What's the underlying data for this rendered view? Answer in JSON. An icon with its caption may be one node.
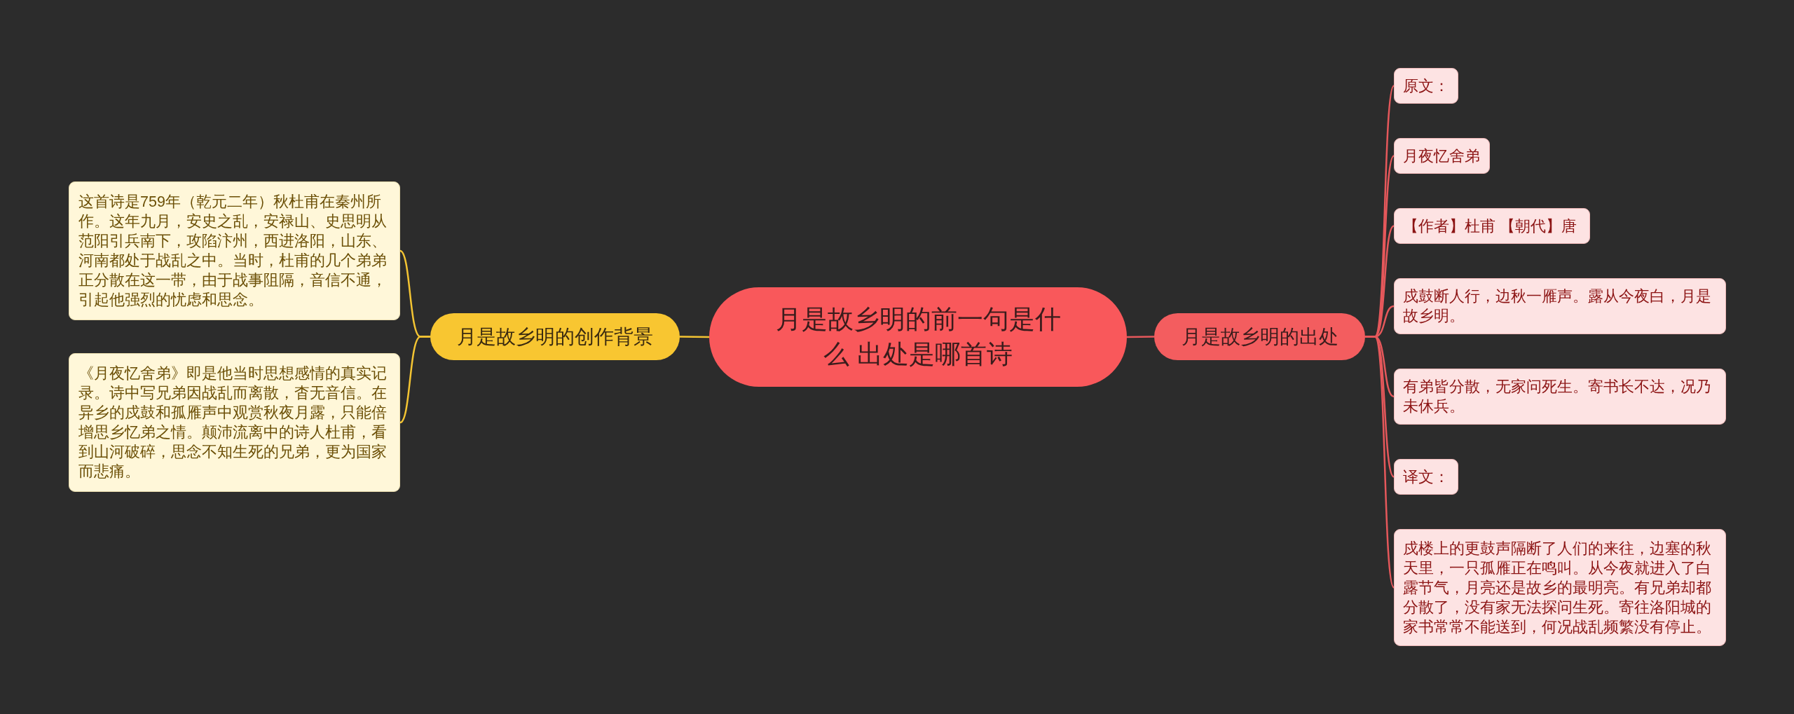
{
  "diagram": {
    "nodes": [
      {
        "text": [
          "月是故乡明的前一句是什么 出处是哪首诗"
        ]
      },
      {
        "text": [
          "月是故乡明的创作背景"
        ]
      },
      {
        "text": [
          "这首诗是759年（乾元二年）秋杜甫在秦州所作。这年九月，安史之乱，安禄山、史思明从范阳引兵南下，攻陷汴州，西进洛阳，山东、河南都处于战乱之中。当时，杜甫的几个弟弟正分散在这一带，由于战事阻隔，音信不通，引起他强烈的忧虑和思念。"
        ]
      },
      {
        "text": [
          "《月夜忆舍弟》即是他当时思想感情的真实记录。诗中写兄弟因战乱而离散，杳无音信。在异乡的戍鼓和孤雁声中观赏秋夜月露，只能倍增思乡忆弟之情。颠沛流离中的诗人杜甫，看到山河破碎，思念不知生死的兄弟，更为国家而悲痛。"
        ]
      },
      {
        "text": [
          "月是故乡明的出处"
        ]
      },
      {
        "text": [
          "原文："
        ]
      },
      {
        "text": [
          "月夜忆舍弟"
        ]
      },
      {
        "text": [
          "【作者】杜甫 【朝代】唐"
        ]
      },
      {
        "text": [
          "戍鼓断人行，边秋一雁声。露从今夜白，月是故乡明。"
        ]
      },
      {
        "text": [
          "有弟皆分散，无家问死生。寄书长不达，况乃未休兵。"
        ]
      },
      {
        "text": [
          "译文："
        ]
      },
      {
        "text": [
          "戍楼上的更鼓声隔断了人们的来往，边塞的秋天里，一只孤雁正在鸣叫。从今夜就进入了白露节气，月亮还是故乡的最明亮。有兄弟却都分散了，没有家无法探问生死。寄往洛阳城的家书常常不能送到，何况战乱频繁没有停止。"
        ]
      }
    ],
    "edges": [
      {
        "from": 0,
        "to": 1,
        "arrow": "none",
        "color": "#f3c433"
      },
      {
        "from": 1,
        "to": 2,
        "arrow": "none",
        "color": "#f3c433"
      },
      {
        "from": 1,
        "to": 3,
        "arrow": "none",
        "color": "#f3c433"
      },
      {
        "from": 0,
        "to": 4,
        "arrow": "none"
      },
      {
        "from": 4,
        "to": 5,
        "arrow": "none"
      },
      {
        "from": 4,
        "to": 6,
        "arrow": "none"
      },
      {
        "from": 4,
        "to": 7,
        "arrow": "none"
      },
      {
        "from": 4,
        "to": 8,
        "arrow": "none"
      },
      {
        "from": 4,
        "to": 9,
        "arrow": "none"
      },
      {
        "from": 4,
        "to": 10,
        "arrow": "none"
      },
      {
        "from": 4,
        "to": 11,
        "arrow": "none"
      }
    ]
  }
}
